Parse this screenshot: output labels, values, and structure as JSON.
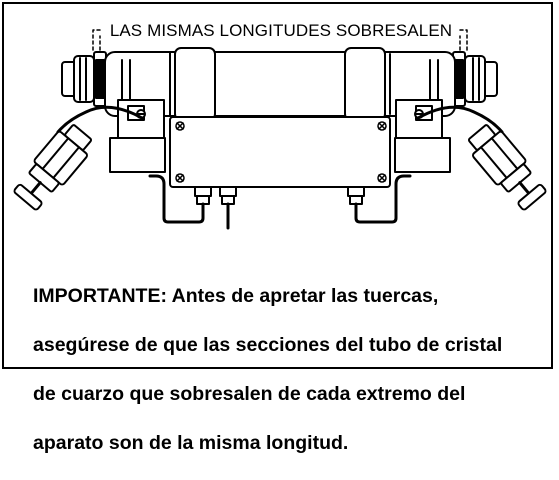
{
  "diagram": {
    "dimension_label": "LAS MISMAS LONGITUDES SOBRESALEN",
    "note_lines": [
      "IMPORTANTE: Antes de apretar las tuercas,",
      "asegúrese de que las secciones del tubo de cristal",
      "de cuarzo que sobresalen de cada extremo del",
      "aparato son de la misma longitud."
    ]
  },
  "colors": {
    "line": "#000000",
    "background": "#ffffff"
  }
}
